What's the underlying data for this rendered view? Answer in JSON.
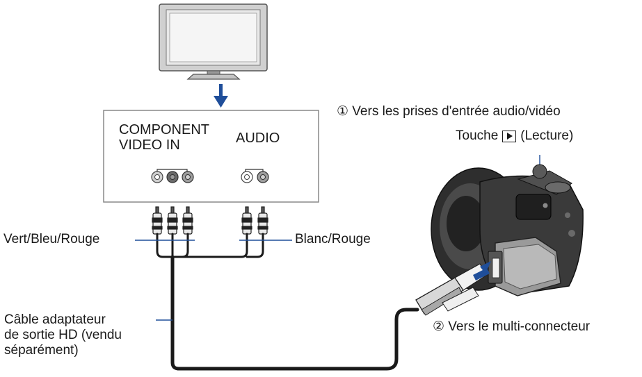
{
  "panel": {
    "component_line1": "COMPONENT",
    "component_line2": "VIDEO IN",
    "audio_label": "AUDIO"
  },
  "callouts": {
    "step1": "① Vers les prises d'entrée audio/vidéo",
    "playback_prefix": "Touche",
    "playback_suffix": "(Lecture)",
    "video_plugs": "Vert/Bleu/Rouge",
    "audio_plugs": "Blanc/Rouge",
    "cable_line1": "Câble adaptateur",
    "cable_line2": "de sortie HD (vendu",
    "cable_line3": "séparément)",
    "step2": "② Vers le multi-connecteur"
  },
  "icons": {
    "playback": "play-icon",
    "arrow": "arrow-down-icon",
    "tv": "tv-icon",
    "camera": "camera-icon"
  },
  "colors": {
    "arrow": "#1f4e9a",
    "line": "#1a1a1a",
    "connector": "#1f4e9a"
  }
}
